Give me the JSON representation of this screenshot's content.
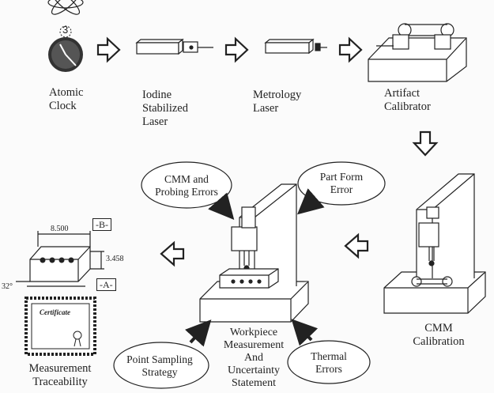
{
  "chain_labels": {
    "atomic_clock": [
      "Atomic",
      "Clock"
    ],
    "iodine_laser": [
      "Iodine",
      "Stabilized",
      "Laser"
    ],
    "metrology_laser": [
      "Metrology",
      "Laser"
    ],
    "artifact_calibrator": [
      "Artifact",
      "Calibrator"
    ]
  },
  "calibration_label": [
    "CMM",
    "Calibration"
  ],
  "bubbles": {
    "cmm_probing": [
      "CMM and",
      "Probing Errors"
    ],
    "part_form": [
      "Part Form",
      "Error"
    ],
    "point_sampling": [
      "Point Sampling",
      "Strategy"
    ],
    "thermal": [
      "Thermal",
      "Errors"
    ]
  },
  "workpiece_label": [
    "Workpiece",
    "Measurement",
    "And",
    "Uncertainty",
    "Statement"
  ],
  "traceability_label": [
    "Measurement",
    "Traceability"
  ],
  "part_drawing": {
    "length": "8.500",
    "height": "3.458",
    "angle": "32°",
    "datum_b": "-B-",
    "datum_a": "-A-"
  },
  "certificate_text": "Certificate",
  "colors": {
    "ink": "#222222",
    "paper": "#fbfbfb"
  }
}
